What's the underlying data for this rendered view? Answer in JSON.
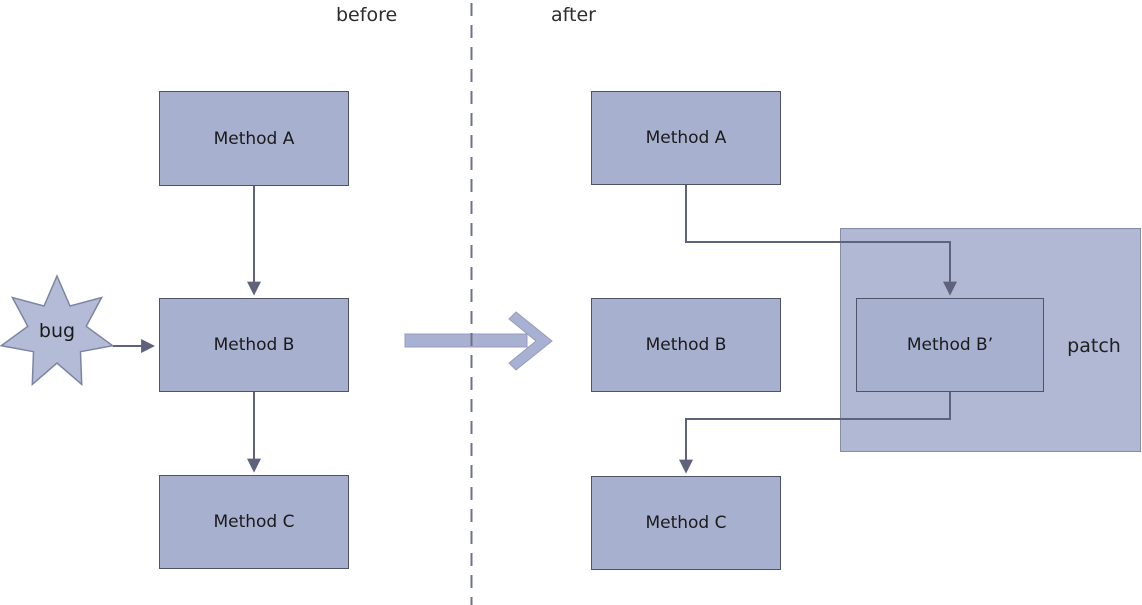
{
  "before": {
    "label": "before",
    "method_a": "Method A",
    "method_b": "Method B",
    "method_c": "Method C",
    "bug": "bug"
  },
  "after": {
    "label": "after",
    "method_a": "Method A",
    "method_b": "Method B",
    "method_c": "Method C",
    "method_b_prime": "Method B’",
    "patch_label": "patch"
  },
  "colors": {
    "node_fill": "#a8b0d0",
    "node_border": "#4f5368",
    "patch_fill": "#b1b8d3",
    "patch_border": "#848cab",
    "star_fill": "#b4bbd6",
    "star_border": "#7c84a4",
    "connector": "#5e627b",
    "big_arrow_fill": "#a9b1d2",
    "big_arrow_border": "#959cc0",
    "divider": "#6e7287",
    "background": "#ffffff",
    "label_text": "#1a1a1a"
  }
}
